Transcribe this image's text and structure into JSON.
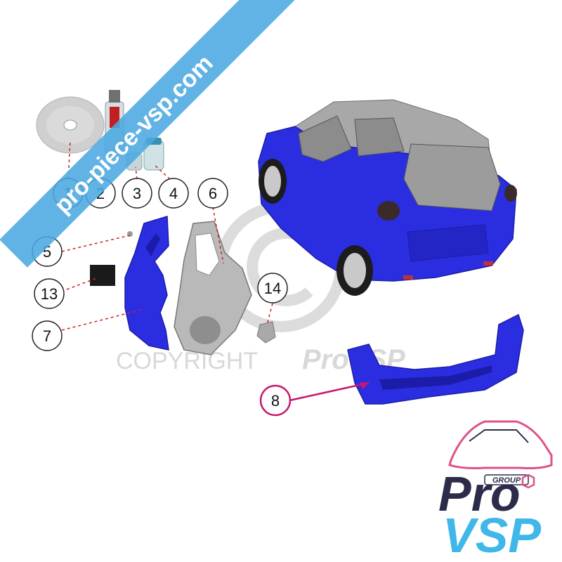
{
  "watermark": {
    "banner_text": "pro-piece-vsp.com",
    "copyright_text": "COPYRIGHT",
    "copyright_brand": "ProVSP"
  },
  "logo": {
    "group_label": "GROUP",
    "brand_left": "Pro",
    "brand_right": "VSP"
  },
  "callouts": [
    {
      "number": "1"
    },
    {
      "number": "2"
    },
    {
      "number": "3"
    },
    {
      "number": "4"
    },
    {
      "number": "6"
    },
    {
      "number": "5"
    },
    {
      "number": "13"
    },
    {
      "number": "7"
    },
    {
      "number": "14"
    },
    {
      "number": "8"
    }
  ],
  "colors": {
    "body_blue": "#2a2ee0",
    "banner": "#4aa8e0",
    "callout_line_red": "#d42020",
    "callout_highlight": "#c8176a",
    "logo_pink": "#e0508a",
    "logo_navy": "#2b2b4a",
    "logo_blue": "#3fb7e8"
  }
}
